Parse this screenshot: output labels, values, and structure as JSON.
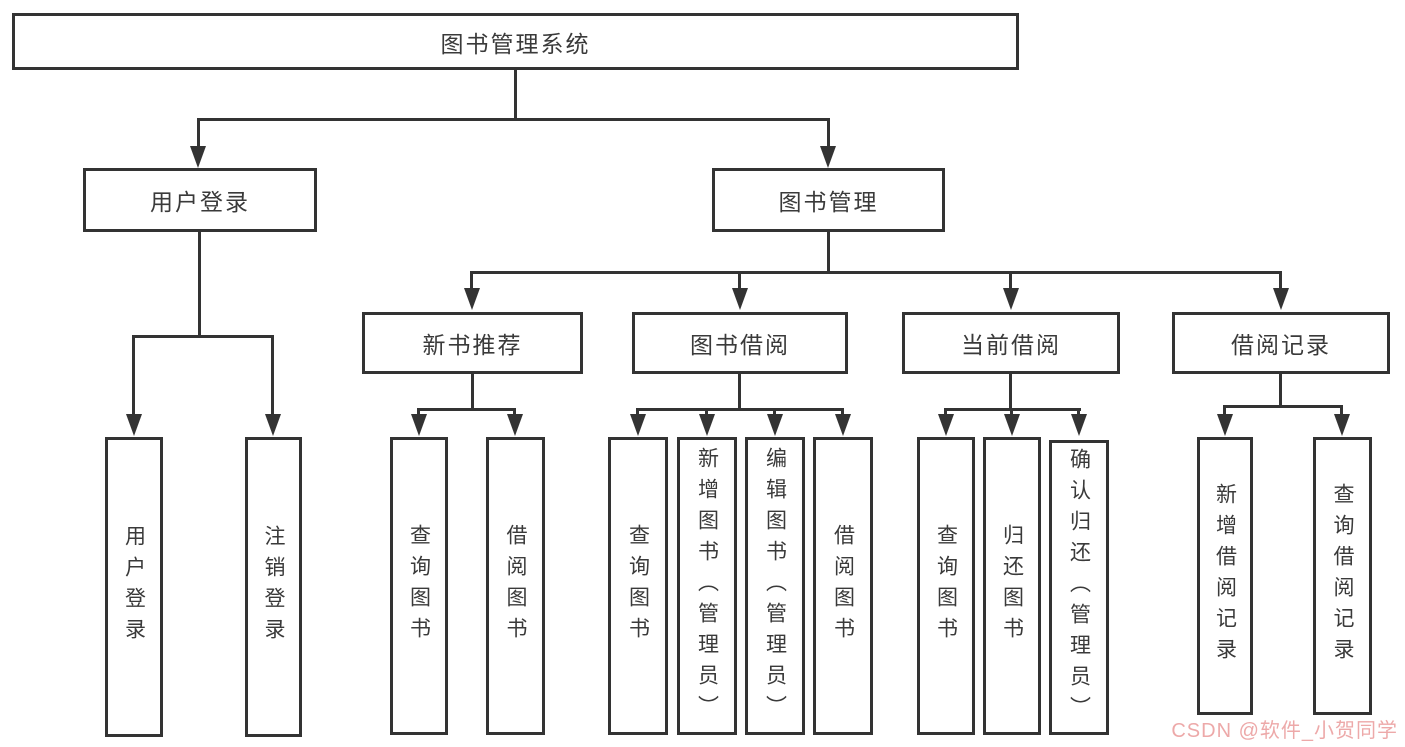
{
  "tree": {
    "root": {
      "label": "图书管理系统",
      "user_login": {
        "label": "用户登录",
        "children": {
          "login": {
            "label": "用户登录"
          },
          "logout": {
            "label": "注销登录"
          }
        }
      },
      "book_management": {
        "label": "图书管理",
        "new_book_recommend": {
          "label": "新书推荐",
          "children": {
            "query_books": {
              "label": "查询图书"
            },
            "borrow_books": {
              "label": "借阅图书"
            }
          }
        },
        "book_borrowing": {
          "label": "图书借阅",
          "children": {
            "query_books": {
              "label": "查询图书"
            },
            "add_books_admin": {
              "label": "新增图书（管理员）"
            },
            "edit_books_admin": {
              "label": "编辑图书（管理员）"
            },
            "borrow_books": {
              "label": "借阅图书"
            }
          }
        },
        "current_borrowing": {
          "label": "当前借阅",
          "children": {
            "query_books": {
              "label": "查询图书"
            },
            "return_books": {
              "label": "归还图书"
            },
            "confirm_return_admin": {
              "label": "确认归还（管理员）"
            }
          }
        },
        "borrow_records": {
          "label": "借阅记录",
          "children": {
            "add_record": {
              "label": "新增借阅记录"
            },
            "query_record": {
              "label": "查询借阅记录"
            }
          }
        }
      }
    }
  },
  "watermark": {
    "text": "CSDN @软件_小贺同学"
  },
  "colors": {
    "line": "#333333",
    "text": "#3a3a3a",
    "background": "#ffffff",
    "watermark": "#eda9a9"
  }
}
